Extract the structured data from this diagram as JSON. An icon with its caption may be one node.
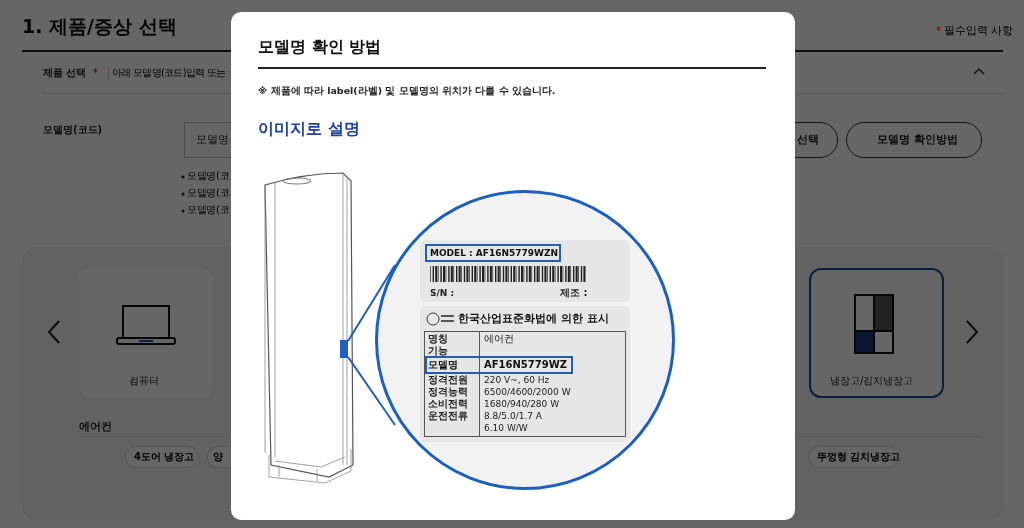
{
  "diagram": {
    "labels": [
      "1. 제품/증상 선택",
      "*",
      "필수입력 사항",
      "제품 선택",
      "*",
      "아래 모델명(코드)입력 또는",
      "모델명(코드)",
      "모델명",
      "모델명(코",
      "모델명(코",
      "모델명(코",
      "선택",
      "모델명 확인방법",
      "컴퓨터",
      "냉장고/김치냉장고",
      "에어컨",
      "4도어 냉장고",
      "양",
      "뚜껑형 김치냉장고",
      "모델명 확인 방법",
      "※ 제품에 따라 label(라벨) 및 모델명의 위치가 다를 수 있습니다.",
      "이미지로 설명",
      "MODEL : AF16N5779WZN",
      "S/N :",
      "제조 :",
      "한국산업표준화법에 의한 표시",
      "명칭",
      "에어컨",
      "기능",
      "모델명",
      "AF16N5779WZ",
      "정격전원",
      "220 V~, 60 Hz",
      "정격능력",
      "6500/4600/2000 W",
      "소비전력",
      "1680/940/280 W",
      "운전전류",
      "8.8/5.0/1.7 A",
      "6.10 W/W"
    ]
  }
}
